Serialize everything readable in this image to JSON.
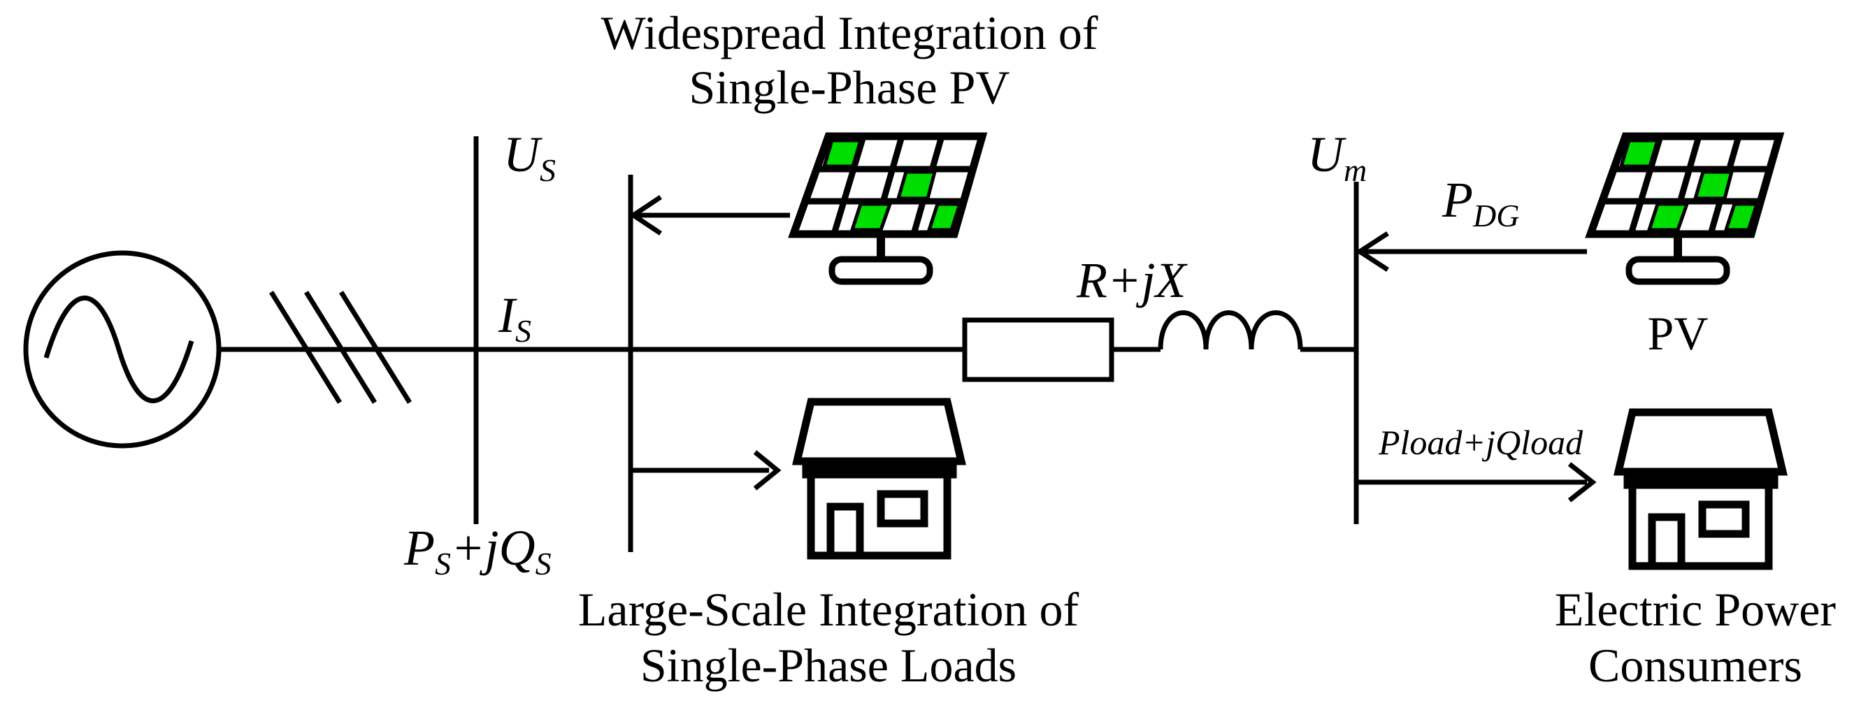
{
  "captions": {
    "pv_top_line1": "Widespread Integration of",
    "pv_top_line2": "Single-Phase PV",
    "loads_line1": "Large-Scale Integration of",
    "loads_line2": "Single-Phase Loads",
    "consumers_line1": "Electric Power",
    "consumers_line2": "Consumers",
    "pv_right": "PV"
  },
  "variables": {
    "us_main": "U",
    "us_sub": "S",
    "is_main": "I",
    "is_sub": "S",
    "power_p": "P",
    "power_p_sub": "S",
    "power_mid": "+jQ",
    "power_q_sub": "S",
    "impedance": "R+jX",
    "um_main": "U",
    "um_sub": "m",
    "pdg_main": "P",
    "pdg_sub": "DG",
    "load_power": "Pload+jQload"
  },
  "colors": {
    "line": "#000000",
    "pv_cell_on": "#00dd00",
    "pv_cell_off": "#ffffff",
    "background": "#ffffff"
  },
  "icons": [
    "ac-source-icon",
    "solar-panel-icon",
    "house-icon",
    "resistor-icon",
    "inductor-icon"
  ]
}
